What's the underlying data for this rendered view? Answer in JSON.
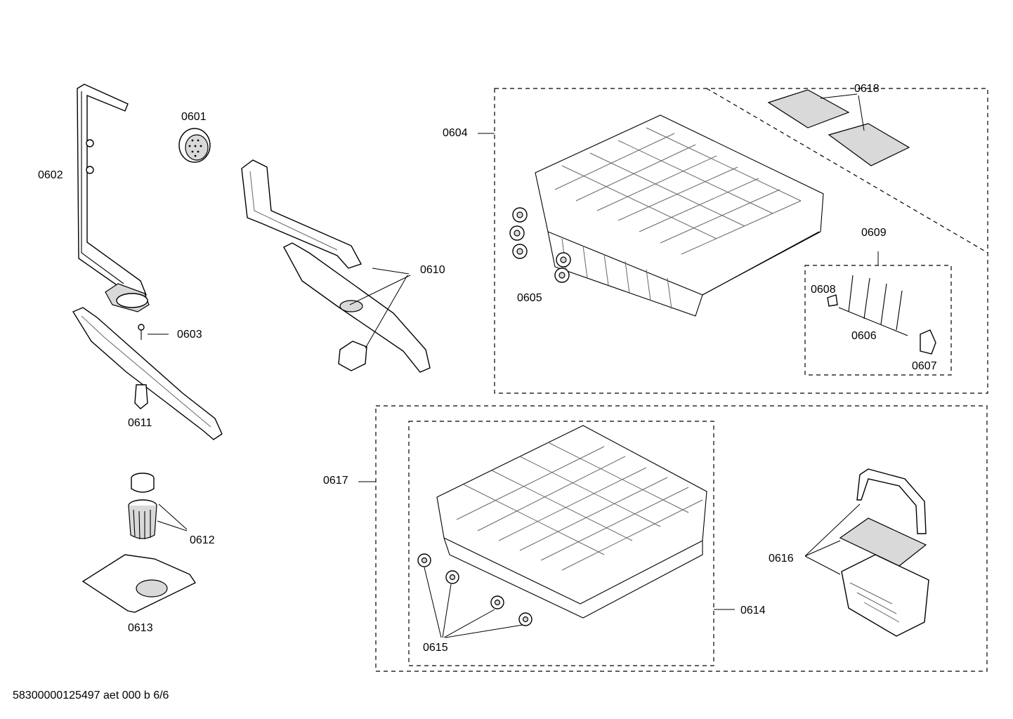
{
  "diagram": {
    "colors": {
      "ink": "#000000",
      "paper": "#ffffff",
      "shade": "#d9d9d9"
    },
    "part_labels": {
      "p0601": "0601",
      "p0602": "0602",
      "p0603": "0603",
      "p0604": "0604",
      "p0605": "0605",
      "p0606": "0606",
      "p0607": "0607",
      "p0608": "0608",
      "p0609": "0609",
      "p0610": "0610",
      "p0611": "0611",
      "p0612": "0612",
      "p0613": "0613",
      "p0614": "0614",
      "p0615": "0615",
      "p0616": "0616",
      "p0617": "0617",
      "p0618": "0618"
    },
    "footer": "58300000125497 aet 000 b 6/6"
  }
}
